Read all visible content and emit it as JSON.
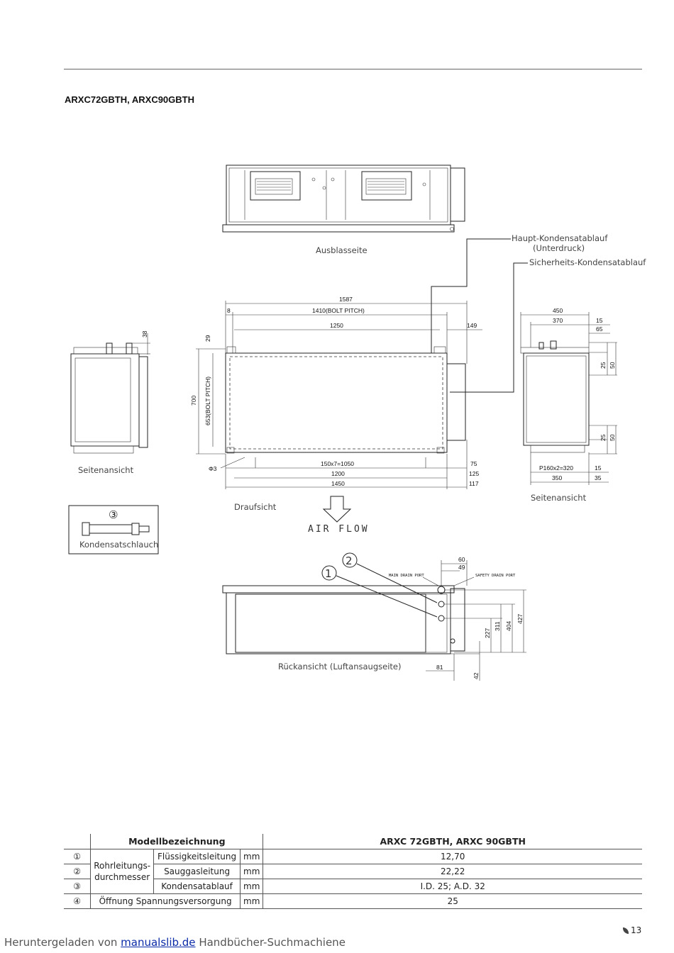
{
  "title": "ARXC72GBTH, ARXC90GBTH",
  "views": {
    "outlet": "Ausblasseite",
    "top": "Draufsicht",
    "side_left": "Seitenansicht",
    "side_right": "Seitenansicht",
    "rear": "Rückansicht (Luftansaugseite)"
  },
  "callouts": {
    "main_drain_line1": "Haupt-Kondensatablauf",
    "main_drain_line2": "(Unterdruck)",
    "safety_drain": "Sicherheits-Kondensatablauf"
  },
  "accessory": {
    "number": "③",
    "label": "Kondensatschlauch"
  },
  "airflow": "AIR FLOW",
  "rear_ports": {
    "n1": "1",
    "n2": "2",
    "main": "MAIN DRAIN PORT",
    "safety": "SAFETY DRAIN PORT"
  },
  "dimensions": {
    "top": {
      "d1587": "1587",
      "d8": "8",
      "d1410": "1410(BOLT PITCH)",
      "d1250": "1250",
      "d149": "149",
      "d29": "29",
      "d700": "700",
      "d653": "653(BOLT PITCH)",
      "phi3": "Φ3",
      "d150x7": "150x7=1050",
      "d75": "75",
      "d1200": "1200",
      "d125": "125",
      "d1450": "1450",
      "d117": "117"
    },
    "side_left": {
      "d38": "38"
    },
    "side_right": {
      "d450": "450",
      "d370": "370",
      "d15a": "15",
      "d65": "65",
      "d25a": "25",
      "d50a": "50",
      "d25b": "25",
      "d50b": "50",
      "p160": "P160x2=320",
      "d15b": "15",
      "d350": "350",
      "d35": "35"
    },
    "rear": {
      "d60": "60",
      "d49": "49",
      "d227": "227",
      "d311": "311",
      "d404": "404",
      "d427": "427",
      "d81": "81",
      "d42": "42"
    }
  },
  "table": {
    "header_model": "Modellbezeichnung",
    "header_value": "ARXC 72GBTH, ARXC 90GBTH",
    "rohr_label_1": "Rohrleitungs-",
    "rohr_label_2": "durchmesser",
    "rows": [
      {
        "num": "①",
        "name": "Flüssigkeitsleitung",
        "unit": "mm",
        "value": "12,70"
      },
      {
        "num": "②",
        "name": "Sauggasleitung",
        "unit": "mm",
        "value": "22,22"
      },
      {
        "num": "③",
        "name": "Kondensatablauf",
        "unit": "mm",
        "value": "I.D. 25; A.D. 32"
      },
      {
        "num": "④",
        "name": "Öffnung Spannungsversorgung",
        "unit": "mm",
        "value": "25"
      }
    ]
  },
  "footer": {
    "prefix": "Heruntergeladen von ",
    "link": "manualslib.de",
    "suffix": " Handbücher-Suchmachiene"
  },
  "page_number": "13"
}
